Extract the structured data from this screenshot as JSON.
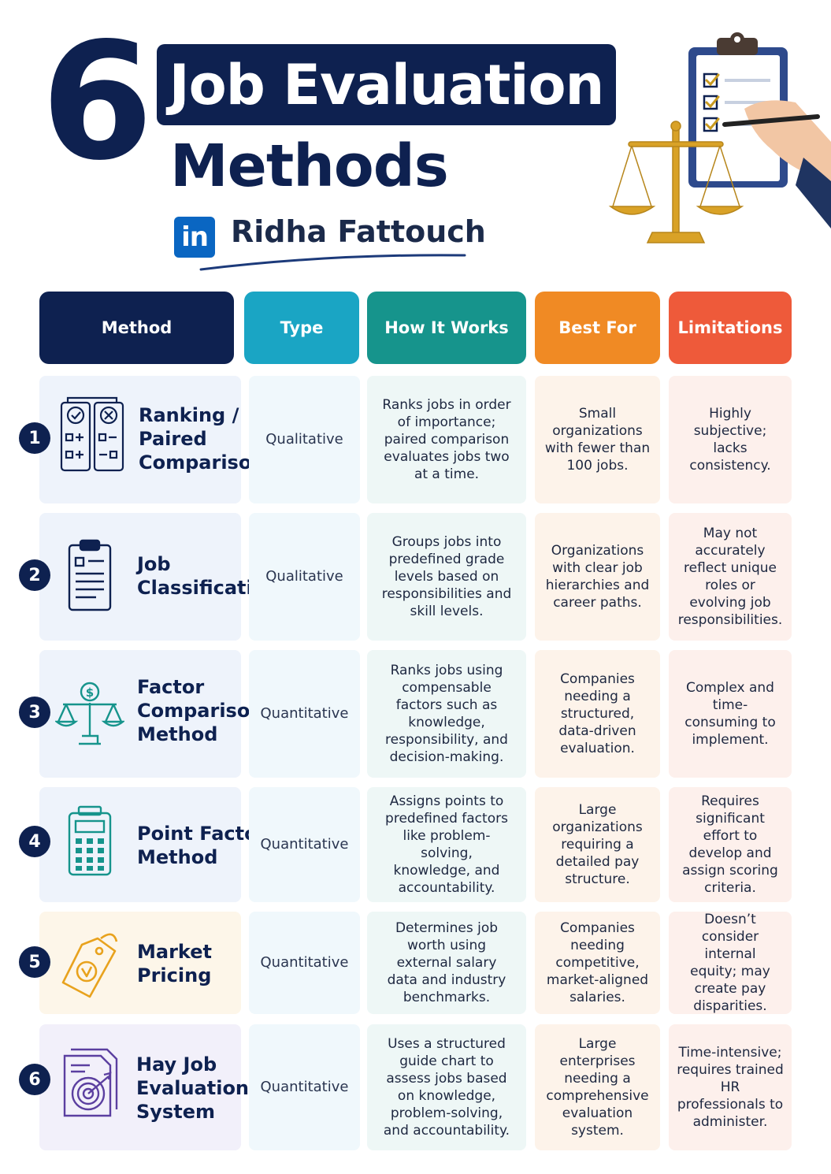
{
  "header": {
    "number": "6",
    "title_line1": "Job Evaluation",
    "title_line2": "Methods",
    "linkedin_label": "in",
    "author": "Ridha Fattouch"
  },
  "columns": [
    "Method",
    "Type",
    "How It Works",
    "Best For",
    "Limitations"
  ],
  "colors": {
    "navy": "#0e2150",
    "type": "#1aa5c4",
    "how": "#16948c",
    "best": "#f08a24",
    "limits": "#ee5a3a"
  },
  "rows": [
    {
      "num": "1",
      "icon": "ranking-checklist-icon",
      "method": "Ranking /\nPaired\nComparison",
      "type": "Qualitative",
      "how": "Ranks jobs in order of importance; paired comparison evaluates jobs two at a time.",
      "best": "Small organizations with fewer than 100 jobs.",
      "limits": "Highly subjective; lacks consistency."
    },
    {
      "num": "2",
      "icon": "clipboard-icon",
      "method": "Job\nClassification",
      "type": "Qualitative",
      "how": "Groups jobs into predefined grade levels based on responsibilities and skill levels.",
      "best": "Organizations with clear job hierarchies and career paths.",
      "limits": "May not accurately reflect unique roles or evolving job responsibilities."
    },
    {
      "num": "3",
      "icon": "dollar-scale-icon",
      "method": "Factor\nComparison\nMethod",
      "type": "Quantitative",
      "how": "Ranks jobs using compensable factors such as knowledge, responsibility, and decision-making.",
      "best": "Companies needing a structured, data-driven evaluation.",
      "limits": "Complex and time-consuming to implement."
    },
    {
      "num": "4",
      "icon": "calculator-icon",
      "method": "Point Factor\nMethod",
      "type": "Quantitative",
      "how": "Assigns points to predefined factors like problem-solving, knowledge, and accountability.",
      "best": "Large organizations requiring a detailed pay structure.",
      "limits": "Requires significant effort to develop and assign scoring criteria."
    },
    {
      "num": "5",
      "icon": "price-tag-icon",
      "method": "Market\nPricing",
      "type": "Quantitative",
      "how": "Determines job worth using external salary data and industry benchmarks.",
      "best": "Companies needing competitive, market-aligned salaries.",
      "limits": "Doesn’t consider internal equity; may create pay disparities."
    },
    {
      "num": "6",
      "icon": "target-document-icon",
      "method": "Hay Job\nEvaluation\nSystem",
      "type": "Quantitative",
      "how": "Uses a structured guide chart to assess jobs based on knowledge, problem-solving, and accountability.",
      "best": "Large enterprises needing a comprehensive evaluation system.",
      "limits": "Time-intensive; requires trained HR professionals to administer."
    }
  ]
}
